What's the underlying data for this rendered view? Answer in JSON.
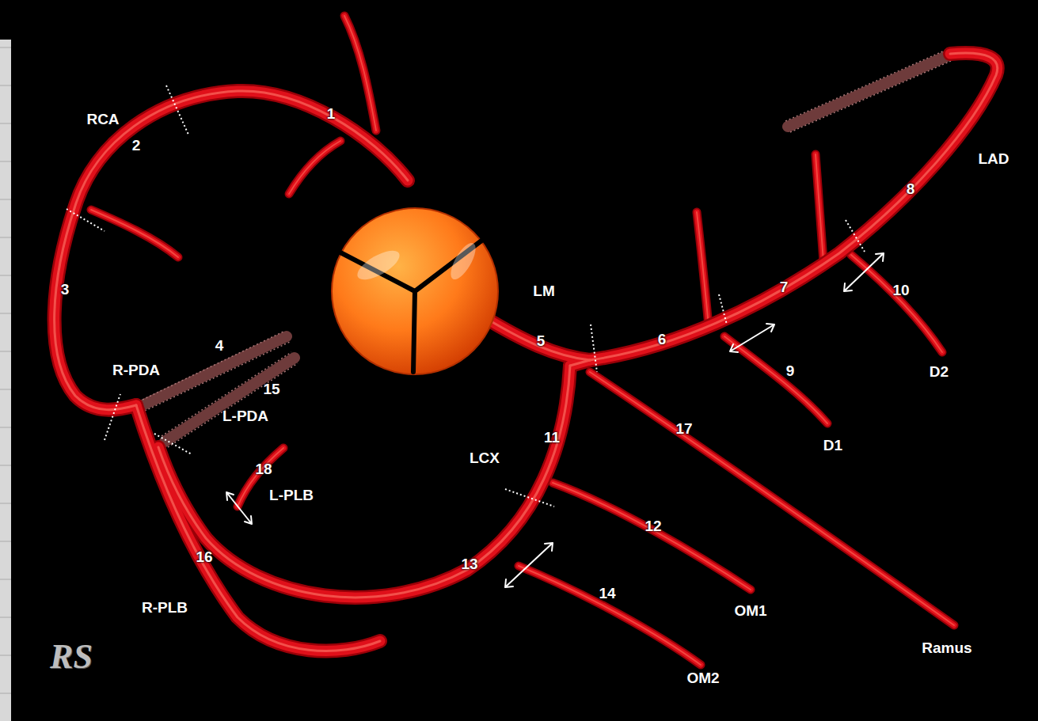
{
  "diagram": {
    "labels": [
      "RCA",
      "1",
      "2",
      "3",
      "4",
      "R-PDA",
      "15",
      "L-PDA",
      "18",
      "L-PLB",
      "16",
      "R-PLB",
      "LM",
      "5",
      "6",
      "7",
      "8",
      "LAD",
      "9",
      "D1",
      "10",
      "D2",
      "11",
      "LCX",
      "17",
      "12",
      "OM1",
      "13",
      "14",
      "OM2",
      "Ramus",
      "RS"
    ]
  }
}
